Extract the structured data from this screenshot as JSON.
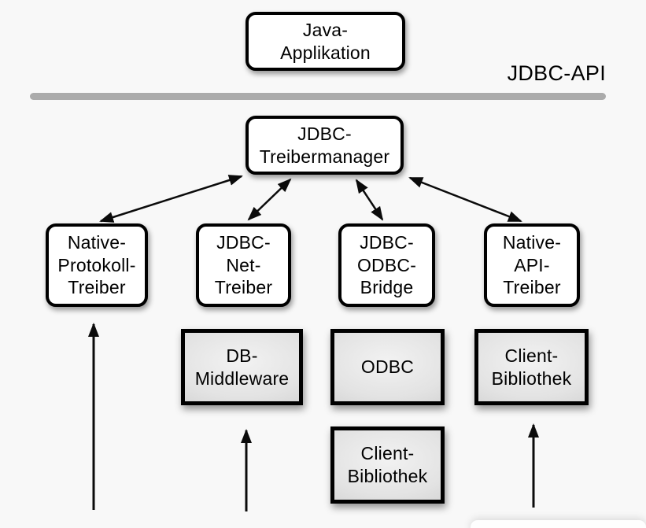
{
  "diagram": {
    "api_label": "JDBC-API",
    "nodes": {
      "java_app": {
        "label": "Java-\nApplikation"
      },
      "treibermanager": {
        "label": "JDBC-\nTreibermanager"
      },
      "native_protokoll_treiber": {
        "label": "Native-\nProtokoll-\nTreiber"
      },
      "jdbc_net_treiber": {
        "label": "JDBC-\nNet-\nTreiber"
      },
      "jdbc_odbc_bridge": {
        "label": "JDBC-\nODBC-\nBridge"
      },
      "native_api_treiber": {
        "label": "Native-\nAPI-\nTreiber"
      },
      "db_middleware": {
        "label": "DB-\nMiddleware"
      },
      "odbc": {
        "label": "ODBC"
      },
      "client_bibliothek_odbc": {
        "label": "Client-\nBibliothek"
      },
      "client_bibliothek_native": {
        "label": "Client-\nBibliothek"
      }
    },
    "colors": {
      "background": "#f8f8f8",
      "divider_line": "#ababab",
      "box_border": "#000000",
      "box_fill_white": "#ffffff",
      "box_fill_gray_edge": "#c4c4c4",
      "box_fill_gray_center": "#f2f2f2",
      "arrow": "#0b0b0b"
    }
  }
}
